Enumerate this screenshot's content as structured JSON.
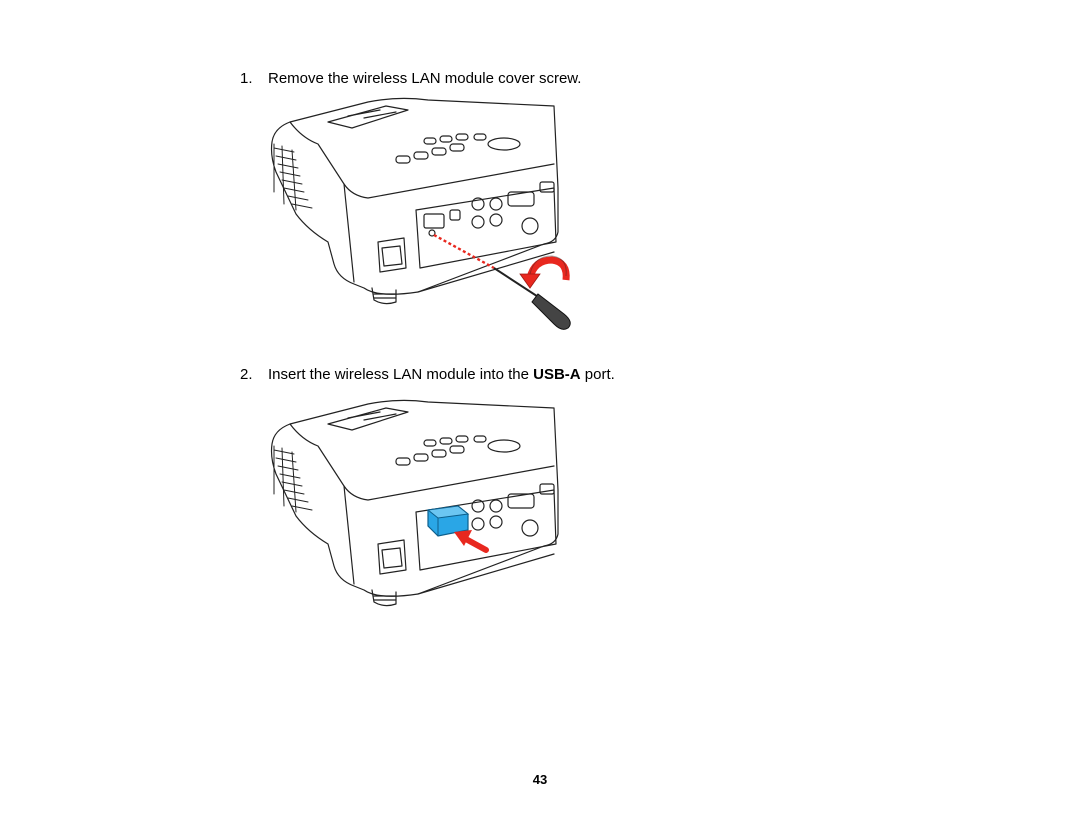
{
  "steps": [
    {
      "number": "1.",
      "text": "Remove the wireless LAN module cover screw."
    },
    {
      "number": "2.",
      "text_before": "Insert the wireless LAN module into the ",
      "text_bold": "USB-A",
      "text_after": " port."
    }
  ],
  "page_number": "43",
  "colors": {
    "red_arrow": "#e8281f",
    "dotted_line": "#e8281f",
    "module_blue": "#2aa6e6"
  }
}
